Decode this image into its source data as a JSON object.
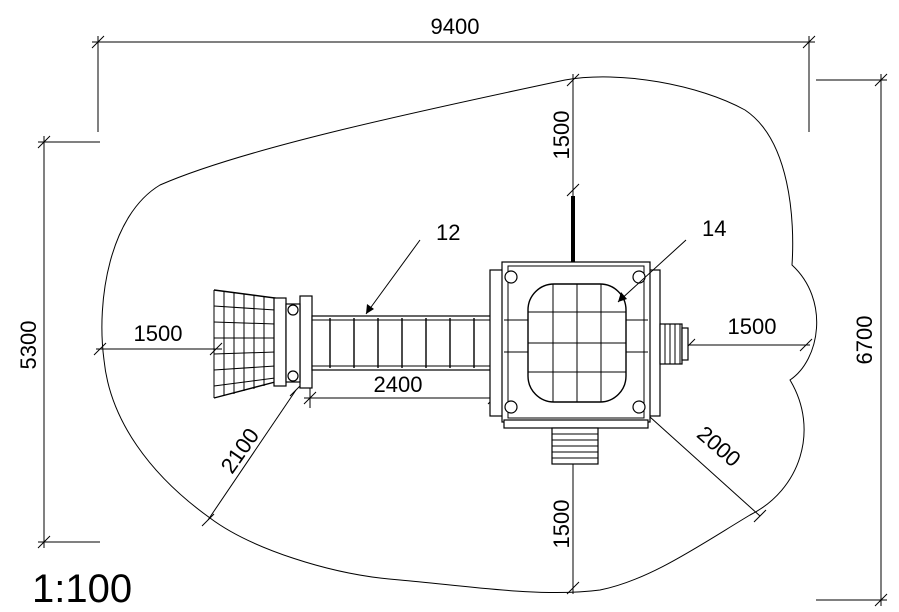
{
  "drawing": {
    "scale": "1:100",
    "dimensions": {
      "overall_width": "9400",
      "overall_height": "6700",
      "left_height": "5300",
      "left_clearance": "1500",
      "right_clearance": "1500",
      "top_clearance": "1500",
      "bottom_clearance": "1500",
      "bridge_length": "2400",
      "diag_left": "2100",
      "diag_right": "2000"
    },
    "callouts": {
      "bridge": "12",
      "platform": "14"
    }
  }
}
